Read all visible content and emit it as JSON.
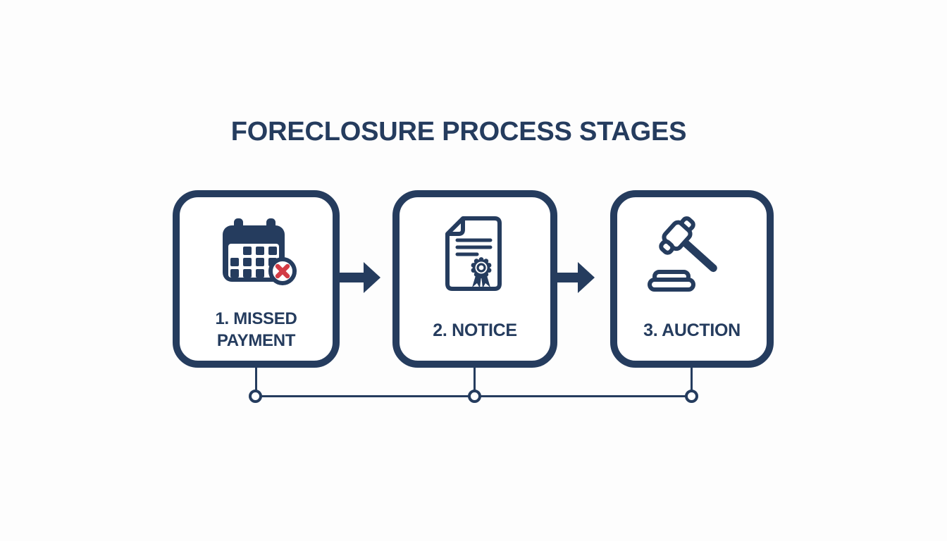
{
  "title": "FORECLOSURE PROCESS STAGES",
  "colors": {
    "navy": "#253C5E",
    "red": "#D23B45",
    "background": "#FDFDFD",
    "box-fill": "#FFFFFF"
  },
  "stages": [
    {
      "name": "missed-payment",
      "label": "1. MISSED PAYMENT",
      "line1": "1. MISSED",
      "line2": "PAYMENT",
      "icon": "calendar-with-x-icon"
    },
    {
      "name": "notice",
      "label": "2. NOTICE",
      "icon": "notice-document-seal-icon"
    },
    {
      "name": "auction",
      "label": "3. AUCTION",
      "icon": "auction-gavel-icon"
    }
  ]
}
